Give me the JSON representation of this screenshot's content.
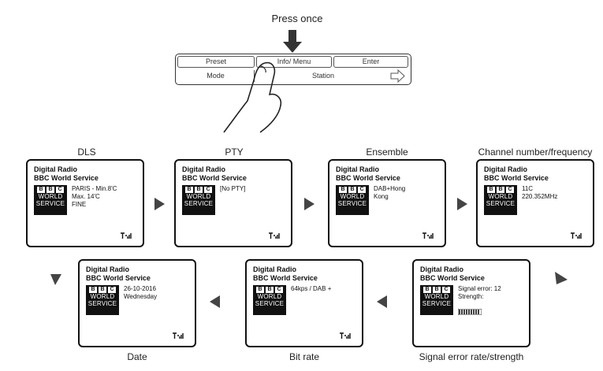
{
  "instruction": {
    "press_label": "Press once"
  },
  "keypad": {
    "preset": "Preset",
    "info_menu": "Info/ Menu",
    "enter": "Enter",
    "mode": "Mode",
    "station": "Station"
  },
  "screens": [
    {
      "caption": "DLS",
      "title": "Digital Radio",
      "service": "BBC World Service",
      "logo_letters": [
        "B",
        "B",
        "C"
      ],
      "logo_line1": "WORLD",
      "logo_line2": "SERVICE",
      "lines": [
        "PARIS - Min.8'C",
        "Max. 14'C",
        "FINE"
      ]
    },
    {
      "caption": "PTY",
      "title": "Digital Radio",
      "service": "BBC World Service",
      "logo_letters": [
        "B",
        "B",
        "C"
      ],
      "logo_line1": "WORLD",
      "logo_line2": "SERVICE",
      "lines": [
        "[No PTY]",
        "",
        ""
      ]
    },
    {
      "caption": "Ensemble",
      "title": "Digital Radio",
      "service": "BBC World Service",
      "logo_letters": [
        "B",
        "B",
        "C"
      ],
      "logo_line1": "WORLD",
      "logo_line2": "SERVICE",
      "lines": [
        "DAB+Hong",
        "Kong",
        ""
      ]
    },
    {
      "caption": "Channel number/frequency",
      "title": "Digital Radio",
      "service": "BBC World Service",
      "logo_letters": [
        "B",
        "B",
        "C"
      ],
      "logo_line1": "WORLD",
      "logo_line2": "SERVICE",
      "lines": [
        "11C",
        "220.352MHz",
        ""
      ]
    },
    {
      "caption": "Signal error rate/strength",
      "title": "Digital Radio",
      "service": "BBC World Service",
      "logo_letters": [
        "B",
        "B",
        "C"
      ],
      "logo_line1": "WORLD",
      "logo_line2": "SERVICE",
      "lines": [
        "Signal error: 12",
        "Strength:",
        ""
      ]
    },
    {
      "caption": "Bit rate",
      "title": "Digital Radio",
      "service": "BBC World Service",
      "logo_letters": [
        "B",
        "B",
        "C"
      ],
      "logo_line1": "WORLD",
      "logo_line2": "SERVICE",
      "lines": [
        "64kps / DAB +",
        "",
        ""
      ]
    },
    {
      "caption": "Date",
      "title": "Digital Radio",
      "service": "BBC World Service",
      "logo_letters": [
        "B",
        "B",
        "C"
      ],
      "logo_line1": "WORLD",
      "logo_line2": "SERVICE",
      "lines": [
        "26-10-2016",
        "Wednesday",
        ""
      ]
    }
  ]
}
